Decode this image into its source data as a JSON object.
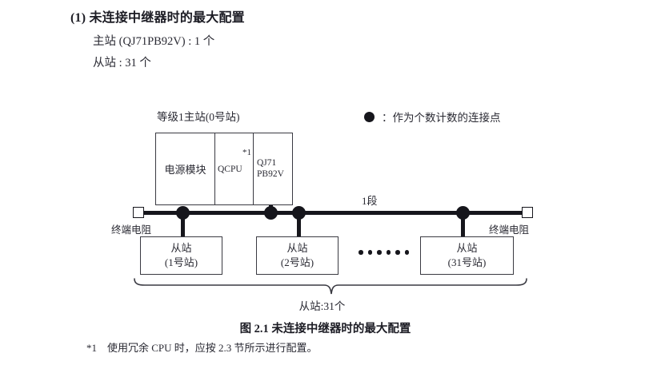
{
  "section": {
    "title": "(1) 未连接中继器时的最大配置",
    "lines": [
      "主站 (QJ71PB92V) : 1 个",
      "从站 : 31 个"
    ]
  },
  "legend": {
    "marker": "filled-circle-icon",
    "separator": "：",
    "text": "作为个数计数的连接点"
  },
  "diagram": {
    "master_label": "等级1主站(0号站)",
    "rack": {
      "power_module": "电源模块",
      "cpu": "QCPU",
      "cpu_footnote_mark": "*1",
      "network_module_line1": "QJ71",
      "network_module_line2": "PB92V"
    },
    "segment_label": "1段",
    "terminator_left": "终端电阻",
    "terminator_right": "终端电阻",
    "slaves": [
      {
        "name": "从站",
        "station": "(1号站)"
      },
      {
        "name": "从站",
        "station": "(2号站)"
      },
      {
        "name": "从站",
        "station": "(31号站)"
      }
    ],
    "ellipsis_dot_count": 6,
    "brace_caption": "从站:31个"
  },
  "figure": {
    "caption": "图 2.1  未连接中继器时的最大配置",
    "footnote_mark": "*1",
    "footnote_text": "使用冗余 CPU 时，应按 2.3 节所示进行配置。"
  },
  "colors": {
    "ink": "#16161c",
    "text": "#2a2a33",
    "rule": "#3a3a42",
    "page": "#ffffff"
  }
}
